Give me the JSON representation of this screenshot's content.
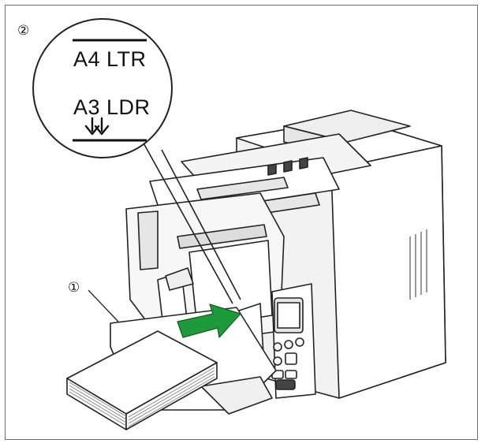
{
  "callouts": {
    "step_marker": "②",
    "part_marker": "①"
  },
  "zoom_detail": {
    "upper_mark": "A4 LTR",
    "lower_mark": "A3 LDR"
  },
  "colors": {
    "arrow_green": "#1f9a3a",
    "outline": "#222222",
    "body_fill": "#ffffff",
    "panel_fill": "#e6e6e6",
    "frame": "#6e6e6e"
  },
  "icons": {
    "direction": "insert-arrow-icon",
    "level": "down-arrow-icon"
  }
}
